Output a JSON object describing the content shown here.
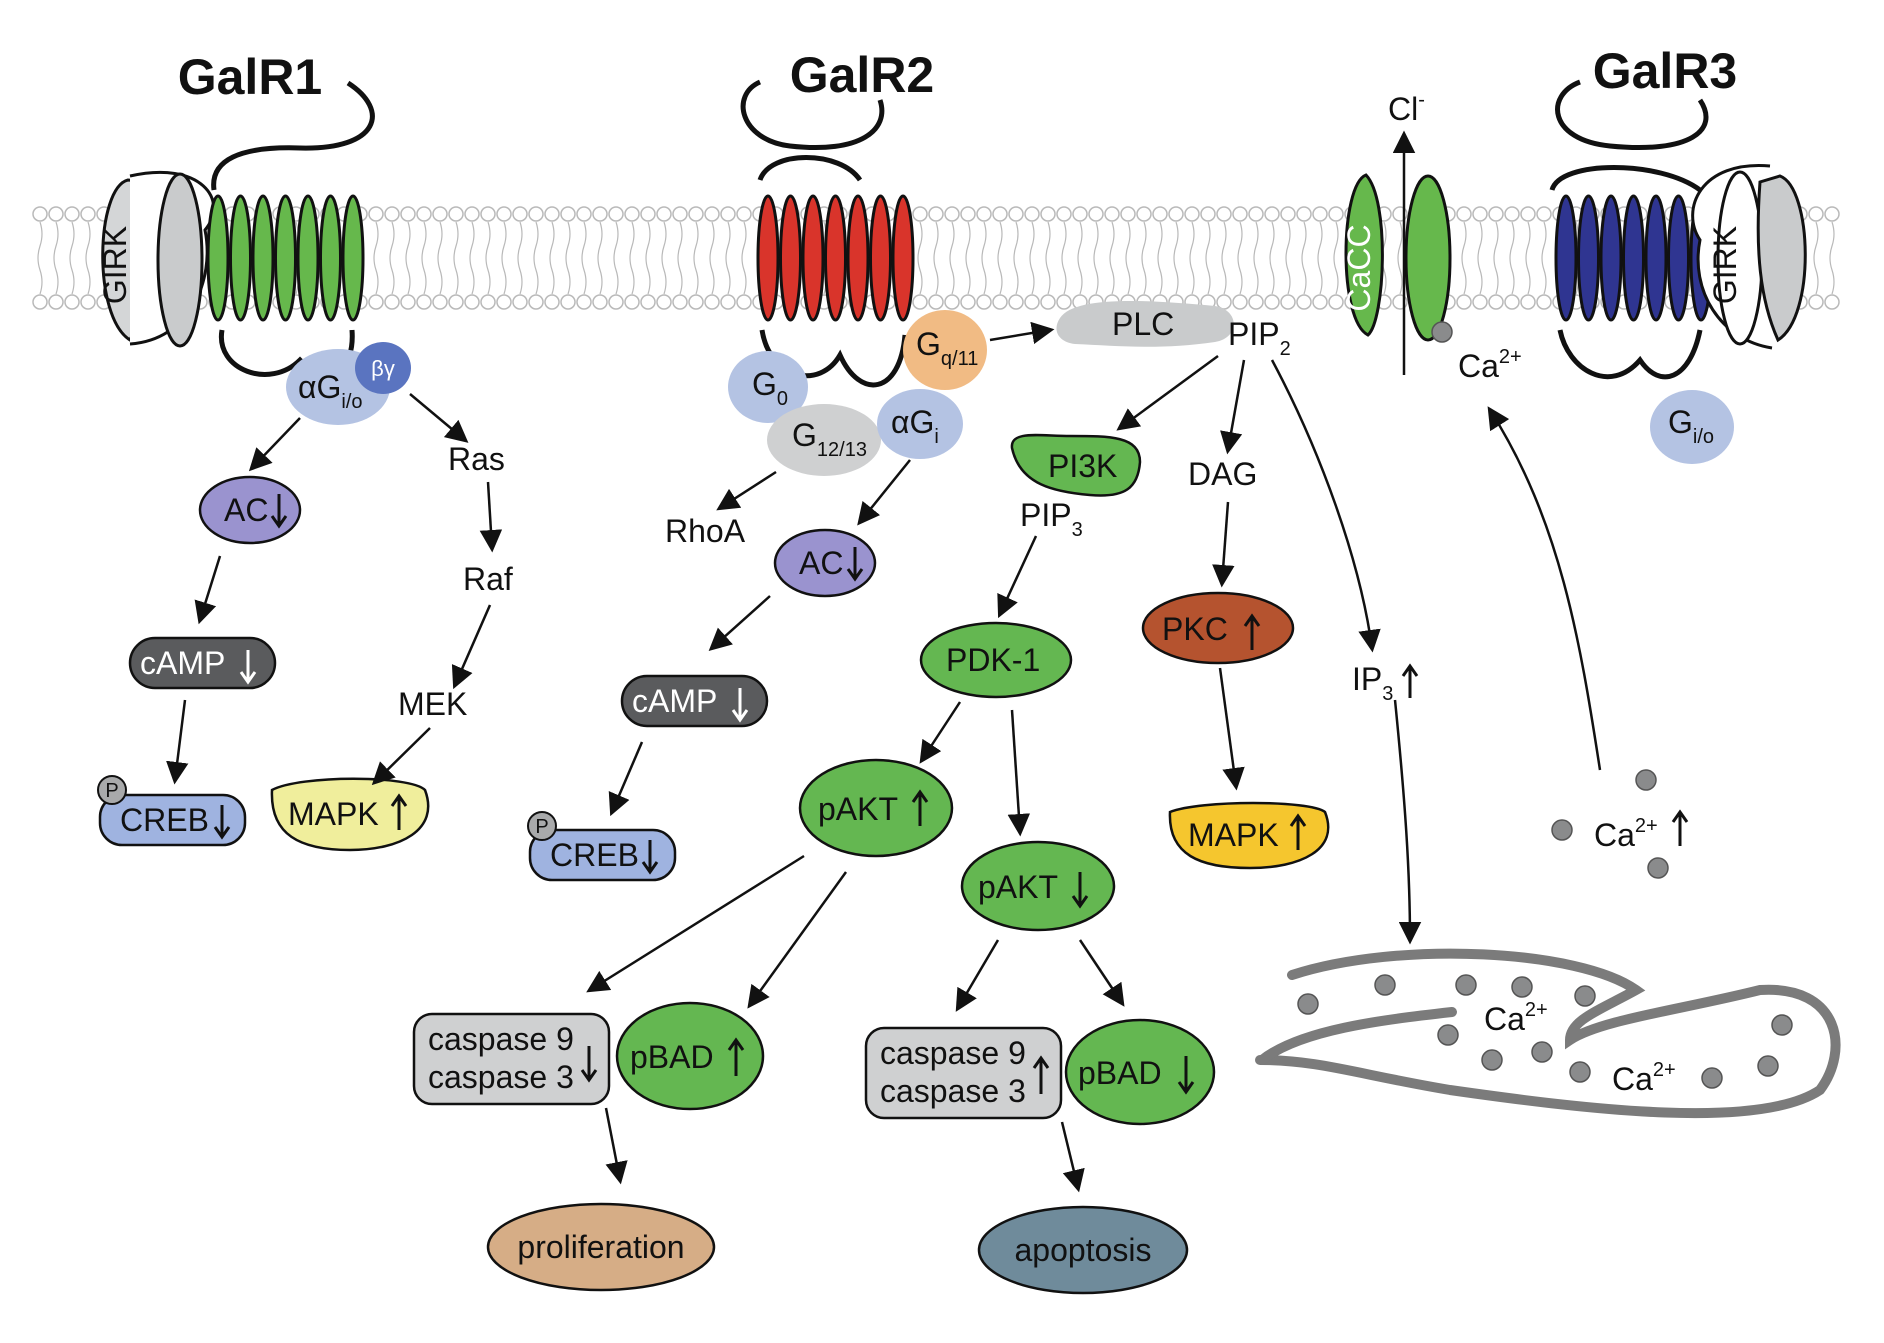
{
  "receptors": {
    "galr1": "GalR1",
    "galr2": "GalR2",
    "galr3": "GalR3"
  },
  "channels": {
    "girk": "GIRK",
    "cacc": "CaCC",
    "chloride": "Cl",
    "chloride_sup": "-",
    "calcium": "Ca",
    "calcium_sup": "2+"
  },
  "gproteins": {
    "alpha_gio_main": "αG",
    "alpha_gio_sub": "i/o",
    "beta_gamma": "βγ",
    "g0_main": "G",
    "g0_sub": "0",
    "g1213_main": "G",
    "g1213_sub": "12/13",
    "gq11_main": "G",
    "gq11_sub": "q/11",
    "alpha_gi_main": "αG",
    "alpha_gi_sub": "i",
    "gio3_main": "G",
    "gio3_sub": "i/o"
  },
  "galr1_path": {
    "ac": "AC",
    "camp": "cAMP",
    "p_badge": "P",
    "creb": "CREB",
    "ras": "Ras",
    "raf": "Raf",
    "mek": "MEK",
    "mapk": "MAPK"
  },
  "galr2_path": {
    "rhoa": "RhoA",
    "ac": "AC",
    "camp": "cAMP",
    "p_badge": "P",
    "creb": "CREB",
    "plc": "PLC",
    "pip2_main": "PIP",
    "pip2_sub": "2",
    "pi3k": "PI3K",
    "pip3_main": "PIP",
    "pip3_sub": "3",
    "dag": "DAG",
    "pkc": "PKC",
    "mapk": "MAPK",
    "ip3_main": "IP",
    "ip3_sub": "3",
    "pdk1": "PDK-1",
    "pakt_up": "pAKT",
    "pakt_down": "pAKT",
    "caspase9": "caspase 9",
    "caspase3": "caspase 3",
    "pbad": "pBAD",
    "proliferation": "proliferation",
    "apoptosis": "apoptosis"
  },
  "er_calcium": {
    "ca_main": "Ca",
    "ca_sup": "2+"
  },
  "colors": {
    "galr1_helix": "#66b84c",
    "galr2_helix": "#d9342b",
    "galr3_helix": "#2f3591",
    "girk": "#c9cbcc",
    "light_blue": "#b4c3e3",
    "beta_gamma": "#5a74c0",
    "gq11": "#f1bb84",
    "ac": "#9a93cf",
    "camp": "#5a5b5d",
    "creb": "#9fb3e0",
    "mapk1": "#f0ee9c",
    "mapk2": "#f5c62e",
    "green_node": "#64b751",
    "pkc": "#b5532f",
    "caspase": "#cfd0d1",
    "proliferation": "#d6ad86",
    "apoptosis": "#6f8b9b",
    "membrane": "#b9b9b9",
    "er": "#7b7b7b"
  }
}
